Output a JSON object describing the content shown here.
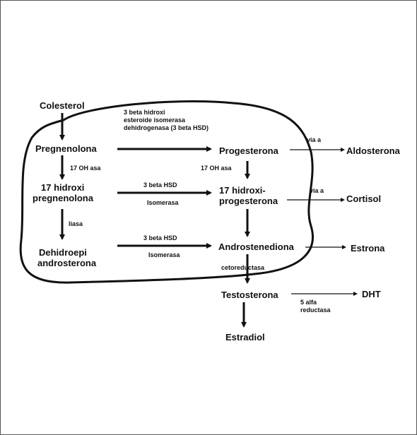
{
  "nodes": {
    "colesterol": "Colesterol",
    "pregnenolona": "Pregnenolona",
    "progesterona": "Progesterona",
    "aldosterona": "Aldosterona",
    "hidroxi_preg_1": "17 hidroxi",
    "hidroxi_preg_2": "pregnenolona",
    "hidroxi_prog_1": "17 hidroxi-",
    "hidroxi_prog_2": "progesterona",
    "cortisol": "Cortisol",
    "dhea_1": "Dehidroepi",
    "dhea_2": "androsterona",
    "androstenediona": "Androstenediona",
    "estrona": "Estrona",
    "testosterona": "Testosterona",
    "dht": "DHT",
    "estradiol": "Estradiol"
  },
  "enzymes": {
    "hsd_line1": "3 beta hidroxi",
    "hsd_line2": "esteroide isomerasa",
    "hsd_line3": "dehidrogenasa (3 beta HSD)",
    "via_a_top": "via a",
    "via_a_mid": "via a",
    "oh_asa_left": "17 OH asa",
    "oh_asa_right": "17 OH asa",
    "hsd_mid": "3 beta HSD",
    "isomerasa_mid": "Isomerasa",
    "liasa": "liasa",
    "hsd_low": "3 beta HSD",
    "isomerasa_low": "Isomerasa",
    "cetoreductasa": "cetoreductasa",
    "alfa_1": "5 alfa",
    "alfa_2": "reductasa"
  }
}
